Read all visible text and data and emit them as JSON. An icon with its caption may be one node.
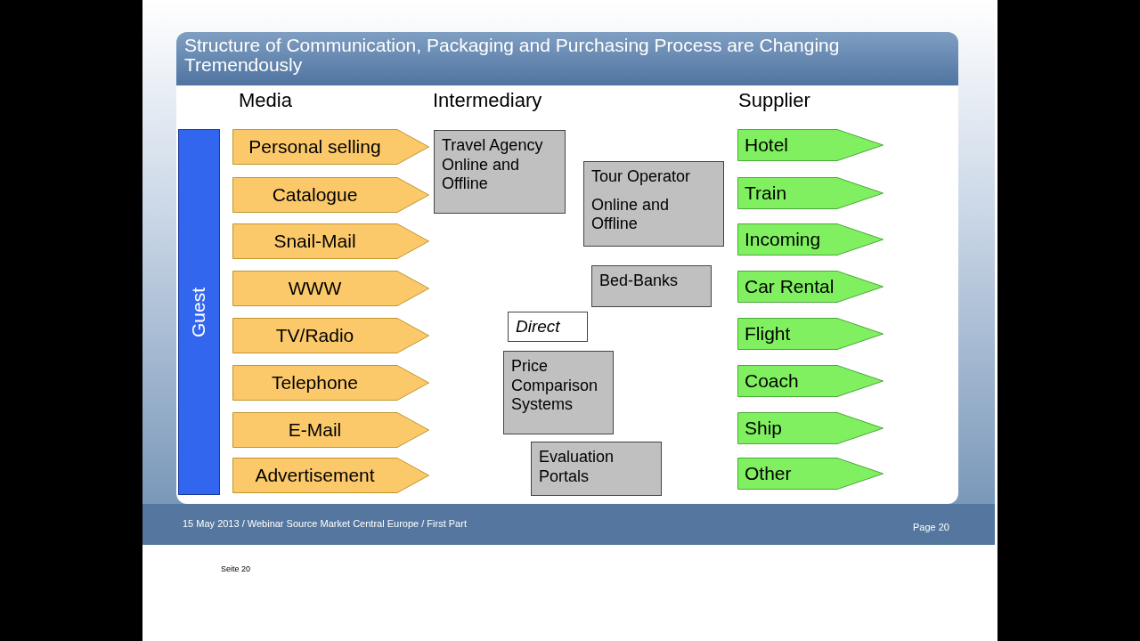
{
  "diagram": {
    "title": "Structure of Communication, Packaging and Purchasing Process are Changing Tremendously",
    "nodes": [
      {
        "text": [
          "Guest"
        ]
      },
      {
        "text": [
          "Personal selling"
        ]
      },
      {
        "text": [
          "Catalogue"
        ]
      },
      {
        "text": [
          "Snail-Mail"
        ]
      },
      {
        "text": [
          "WWW"
        ]
      },
      {
        "text": [
          "TV/Radio"
        ]
      },
      {
        "text": [
          "Telephone"
        ]
      },
      {
        "text": [
          "E-Mail"
        ]
      },
      {
        "text": [
          "Advertisement"
        ]
      },
      {
        "text": [
          "Travel Agency Online and Offline"
        ]
      },
      {
        "text": [
          "Tour Operator",
          "Online and Offline"
        ]
      },
      {
        "text": [
          "Bed-Banks"
        ]
      },
      {
        "text": [
          "Direct"
        ]
      },
      {
        "text": [
          "Price Comparison Systems"
        ]
      },
      {
        "text": [
          "Evaluation Portals"
        ]
      },
      {
        "text": [
          "Hotel"
        ]
      },
      {
        "text": [
          "Train"
        ]
      },
      {
        "text": [
          "Incoming"
        ]
      },
      {
        "text": [
          "Car Rental"
        ]
      },
      {
        "text": [
          "Flight"
        ]
      },
      {
        "text": [
          "Coach"
        ]
      },
      {
        "text": [
          "Ship"
        ]
      },
      {
        "text": [
          "Other"
        ]
      }
    ],
    "labels": [
      "Media",
      "Intermediary",
      "Supplier",
      "15 May 2013 / Webinar Source Market Central Europe / First Part",
      "Page 20",
      "Seite 20"
    ]
  }
}
